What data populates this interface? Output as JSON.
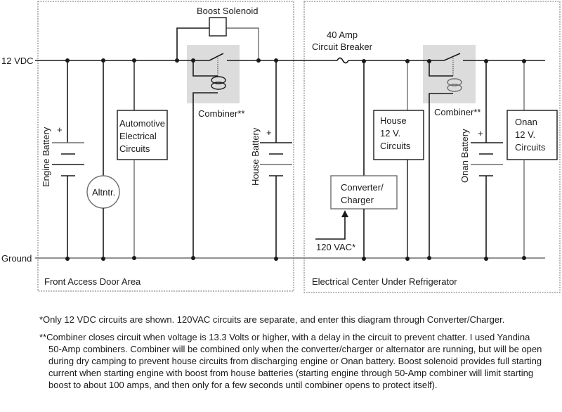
{
  "rails": {
    "positive": "12 VDC",
    "ground": "Ground"
  },
  "areas": [
    {
      "name": "Front Access Door Area"
    },
    {
      "name": "Electrical Center Under Refrigerator"
    }
  ],
  "components": {
    "boost_solenoid": "Boost Solenoid",
    "combiner_front": "Combiner**",
    "combiner_rear": "Combiner**",
    "engine_battery": "Engine Battery",
    "house_battery": "House Battery",
    "onan_battery": "Onan Battery",
    "battery_plus": "+",
    "alternator": "Altntr.",
    "automotive_circuits": [
      "Automotive",
      "Electrical",
      "Circuits"
    ],
    "breaker": [
      "40 Amp",
      "Circuit Breaker"
    ],
    "house_circuits": [
      "House",
      "12 V.",
      "Circuits"
    ],
    "onan_circuits": [
      "Onan",
      "12 V.",
      "Circuits"
    ],
    "converter": [
      "Converter/",
      "Charger"
    ],
    "ac_input": "120 VAC*"
  },
  "colors": {
    "wire": "#1a1a1a",
    "wire_light": "#6e6e6e",
    "combiner_fill": "#dcdcdc",
    "boundary": "#707070"
  },
  "notes": [
    "*Only 12 VDC circuits are shown. 120VAC circuits are separate, and enter this diagram through Converter/Charger.",
    "**Combiner closes circuit when voltage is 13.3 Volts or higher, with a delay in the circuit to prevent chatter. I used Yandina 50-Amp combiners. Combiner will be combined only when the converter/charger or alternator are running, but will be open during dry camping to prevent house circuits from discharging engine or Onan battery. Boost solenoid provides full starting current when starting engine with boost from house batteries (starting engine through 50-Amp combiner will limit starting boost to about 100 amps, and then only for a few seconds until combiner opens to protect itself)."
  ]
}
